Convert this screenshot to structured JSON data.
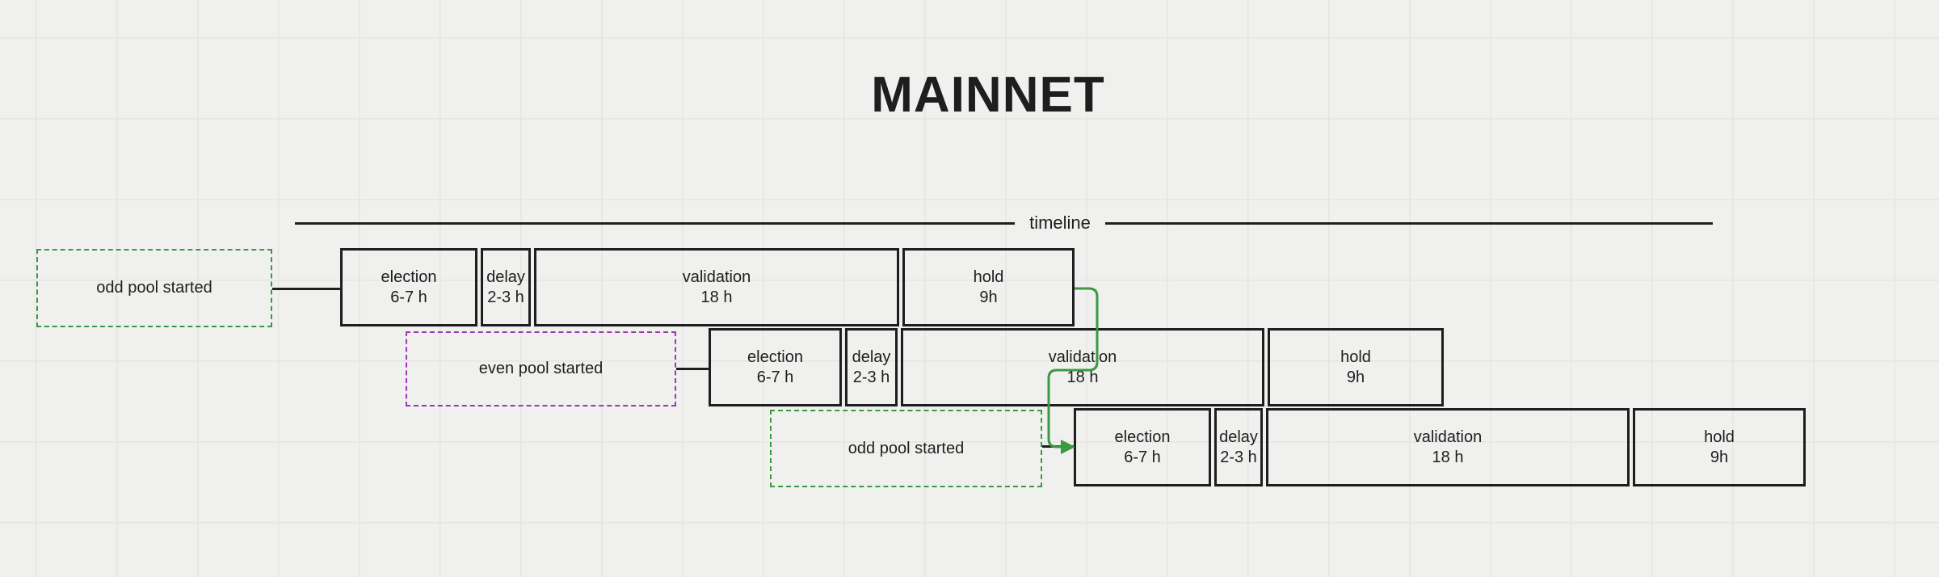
{
  "title": "MAINNET",
  "timeline": {
    "label": "timeline"
  },
  "colors": {
    "background": "#f0f0ef",
    "grid_line": "#e6e5e3",
    "stroke": "#1e1e1e",
    "green": "#3a9a40",
    "purple": "#9c36b5"
  },
  "pools": [
    {
      "label": "odd pool started",
      "color": "#3a9a40"
    },
    {
      "label": "even pool started",
      "color": "#9c36b5"
    },
    {
      "label": "odd pool started",
      "color": "#3a9a40"
    }
  ],
  "rows": [
    {
      "phases": [
        {
          "name": "election",
          "duration": "6-7 h"
        },
        {
          "name": "delay",
          "duration": "2-3 h"
        },
        {
          "name": "validation",
          "duration": "18 h"
        },
        {
          "name": "hold",
          "duration": "9h"
        }
      ]
    },
    {
      "phases": [
        {
          "name": "election",
          "duration": "6-7 h"
        },
        {
          "name": "delay",
          "duration": "2-3 h"
        },
        {
          "name": "validation",
          "duration": "18 h"
        },
        {
          "name": "hold",
          "duration": "9h"
        }
      ]
    },
    {
      "phases": [
        {
          "name": "election",
          "duration": "6-7 h"
        },
        {
          "name": "delay",
          "duration": "2-3 h"
        },
        {
          "name": "validation",
          "duration": "18 h"
        },
        {
          "name": "hold",
          "duration": "9h"
        }
      ]
    }
  ]
}
